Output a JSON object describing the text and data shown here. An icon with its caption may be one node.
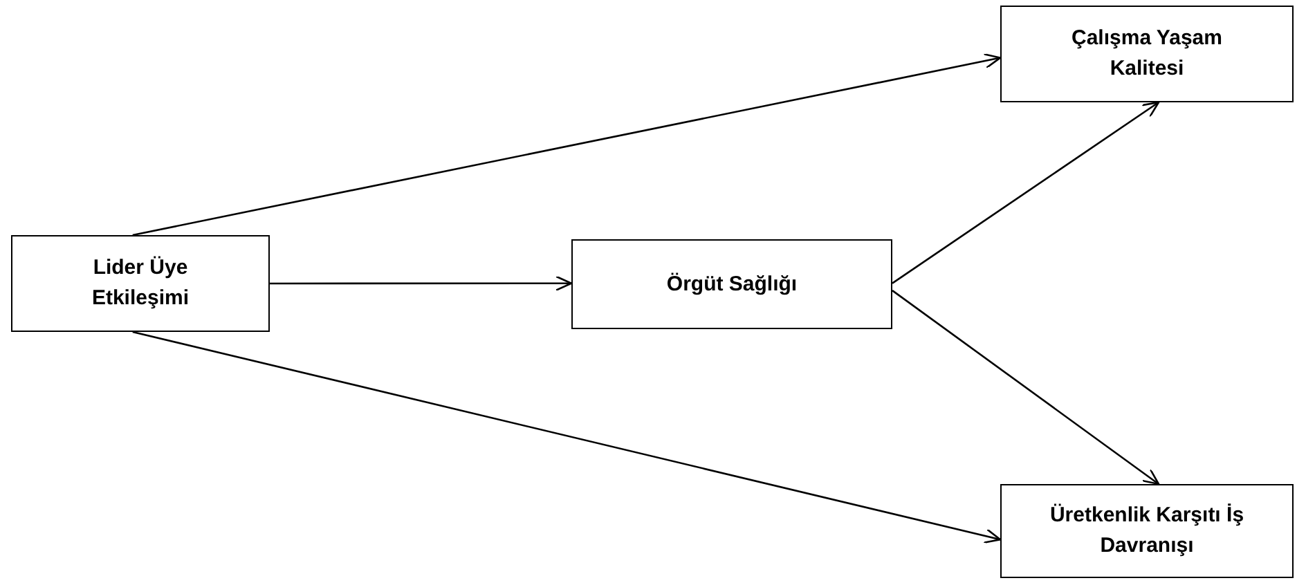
{
  "diagram": {
    "nodes": [
      {
        "text": [
          "Lider Üye Etkileşimi"
        ]
      },
      {
        "text": [
          "Örgüt Sağlığı"
        ]
      },
      {
        "text": [
          "Çalışma Yaşam Kalitesi"
        ]
      },
      {
        "text": [
          "Üretkenlik Karşıtı İş Davranışı"
        ]
      }
    ],
    "edges": [
      {
        "from": 0,
        "to": 2,
        "arrow": "to"
      },
      {
        "from": 0,
        "to": 1,
        "arrow": "to"
      },
      {
        "from": 0,
        "to": 3,
        "arrow": "to"
      },
      {
        "from": 1,
        "to": 2,
        "arrow": "to"
      },
      {
        "from": 1,
        "to": 3,
        "arrow": "to"
      }
    ]
  }
}
